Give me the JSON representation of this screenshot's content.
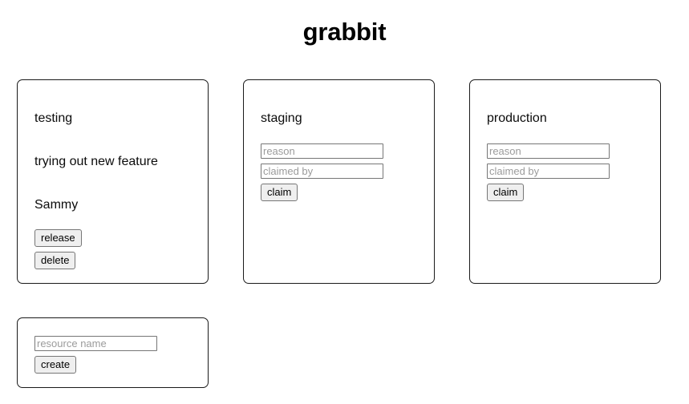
{
  "app": {
    "title": "grabbit"
  },
  "resources": [
    {
      "name": "testing",
      "claimed": true,
      "reason": "trying out new feature",
      "claimed_by": "Sammy",
      "actions": [
        {
          "label": "release",
          "icon": "release-button"
        },
        {
          "label": "delete",
          "icon": "delete-button"
        }
      ]
    },
    {
      "name": "staging",
      "claimed": false,
      "form": {
        "reason_placeholder": "reason",
        "reason_value": "",
        "claimed_by_placeholder": "claimed by",
        "claimed_by_value": "",
        "submit_label": "claim"
      }
    },
    {
      "name": "production",
      "claimed": false,
      "form": {
        "reason_placeholder": "reason",
        "reason_value": "",
        "claimed_by_placeholder": "claimed by",
        "claimed_by_value": "",
        "submit_label": "claim"
      }
    }
  ],
  "create": {
    "name_placeholder": "resource name",
    "name_value": "",
    "submit_label": "create"
  },
  "colors": {
    "page_background": "#ffffff",
    "card_border": "#1a1a1a",
    "text": "#0b0b0b",
    "input_border": "#767676",
    "placeholder": "#9b9b9b",
    "button_face": "#efefef"
  }
}
